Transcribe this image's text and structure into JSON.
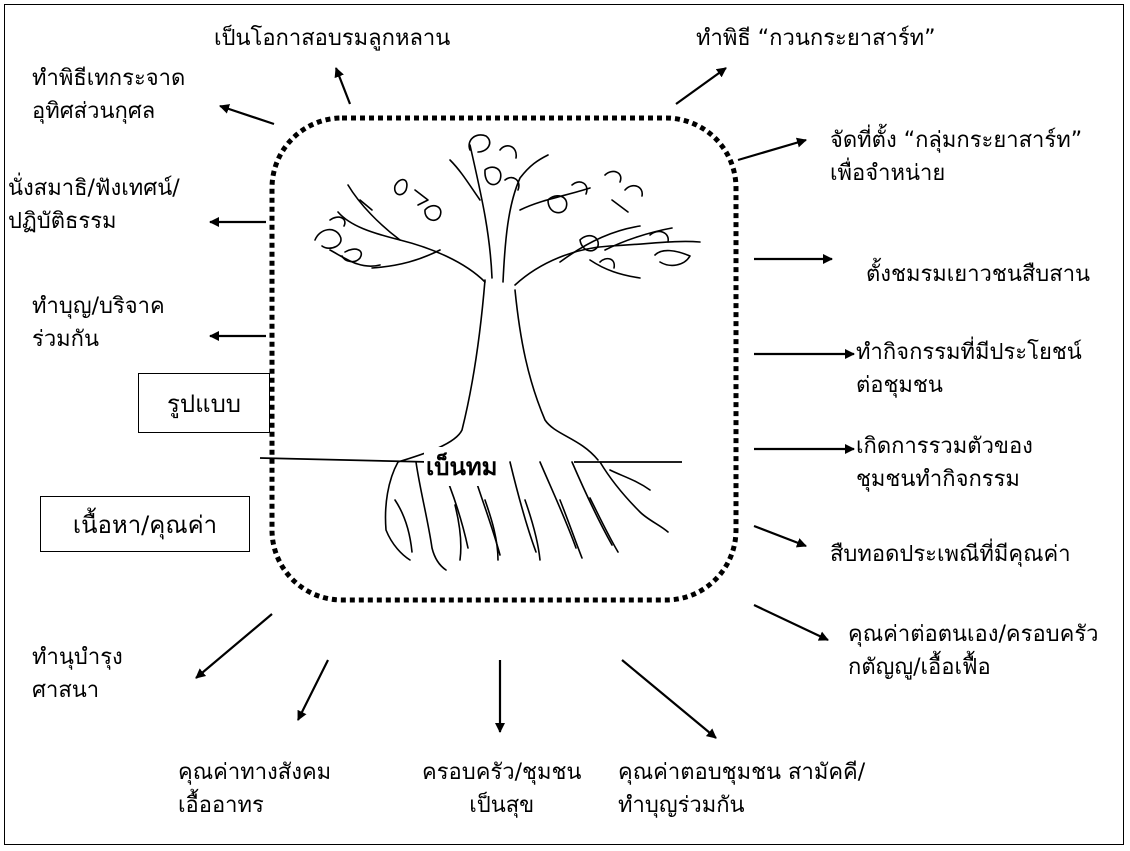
{
  "center_label": "เบ็นทม",
  "boxes": {
    "form": "รูปแบบ",
    "content": "เนื้อหา/คุณค่า"
  },
  "labels": {
    "grandchildren": [
      "เป็นโอกาสอบรมลูกหลาน"
    ],
    "merit_ceremony": [
      "ทำพิธีเทกระจาด",
      "อุทิศส่วนกุศล"
    ],
    "meditation": [
      "นั่งสมาธิ/ฟังเทศน์/",
      "ปฏิบัติธรรม"
    ],
    "donation": [
      "ทำบุญ/บริจาค",
      "ร่วมกัน"
    ],
    "religion": [
      "ทำนุบำรุง",
      "ศาสนา"
    ],
    "social_value": [
      "คุณค่าทางสังคม",
      "เอื้ออาทร"
    ],
    "family_happy": [
      "ครอบครัว/ชุมชน",
      "เป็นสุข"
    ],
    "community_value": [
      "คุณค่าตอบชุมชน สามัคคี/",
      "ทำบุญร่วมกัน"
    ],
    "stir_ceremony": [
      "ทำพิธี “กวนกระยาสาร์ท”"
    ],
    "sale_group": [
      "จัดที่ตั้ง “กลุ่มกระยาสาร์ท”",
      "เพื่อจำหน่าย"
    ],
    "youth_club": [
      "ตั้งชมรมเยาวชนสืบสาน"
    ],
    "useful_activity": [
      "ทำกิจกรรมที่มีประโยชน์",
      "ต่อชุมชน"
    ],
    "gathering": [
      "เกิดการรวมตัวของ",
      "ชุมชนทำกิจกรรม"
    ],
    "tradition": [
      "สืบทอดประเพณีที่มีคุณค่า"
    ],
    "self_value": [
      "คุณค่าต่อตนเอง/ครอบครัว",
      "กตัญญู/เอื้อเฟื้อ"
    ]
  }
}
